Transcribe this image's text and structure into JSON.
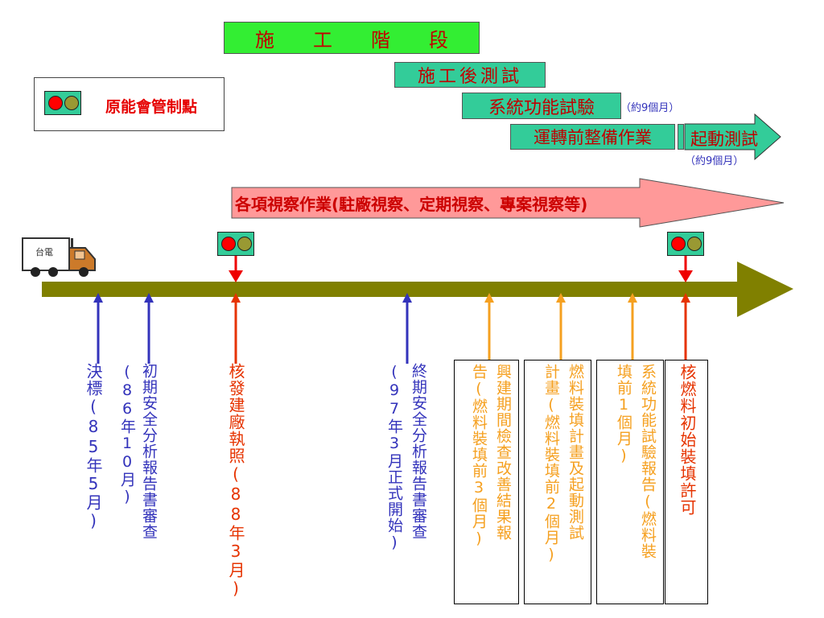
{
  "legend": {
    "label": "原能會管制點"
  },
  "phases": {
    "construction": "施　　工　　階　　段",
    "post_construction_test": "施工後測試",
    "system_function_test": "系統功能試驗",
    "system_function_duration": "（約9個月）",
    "pre_operation_prep": "運轉前整備作業",
    "startup_test": "起動測試",
    "startup_duration": "（約9個月）",
    "inspections": "各項視察作業(駐廠視察、定期視察、專案視察等)"
  },
  "truck": {
    "logo_text": "台電"
  },
  "milestones": [
    {
      "id": "award",
      "text": "決標(85年5月)"
    },
    {
      "id": "psar",
      "text": "初期安全分析報告書審查",
      "date": "(86年10月)"
    },
    {
      "id": "permit",
      "text": "核發建廠執照(88年3月)"
    },
    {
      "id": "fsar",
      "text": "終期安全分析報告書審查",
      "date": "(97年3月正式開始)"
    },
    {
      "id": "inspection_report",
      "col1": "興建期間檢查改善結果報",
      "col2": "告(燃料裝填前3個月)"
    },
    {
      "id": "fuel_plan",
      "col1": "燃料裝填計畫及起動測試",
      "col2": "計畫(燃料裝填前2個月)"
    },
    {
      "id": "sys_test_report",
      "col1": "系統功能試驗報告(燃料裝",
      "col2": "填前1個月)"
    },
    {
      "id": "fuel_load_permit",
      "text": "核燃料初始裝填許可"
    }
  ],
  "colors": {
    "timeline": "#808000",
    "blue": "#3333bb",
    "red": "#e63300",
    "orange": "#f5a020",
    "green_bar": "#33ee33",
    "teal_bar": "#33cc99",
    "pink_arrow": "#ff9999",
    "title_text": "#c00000"
  }
}
